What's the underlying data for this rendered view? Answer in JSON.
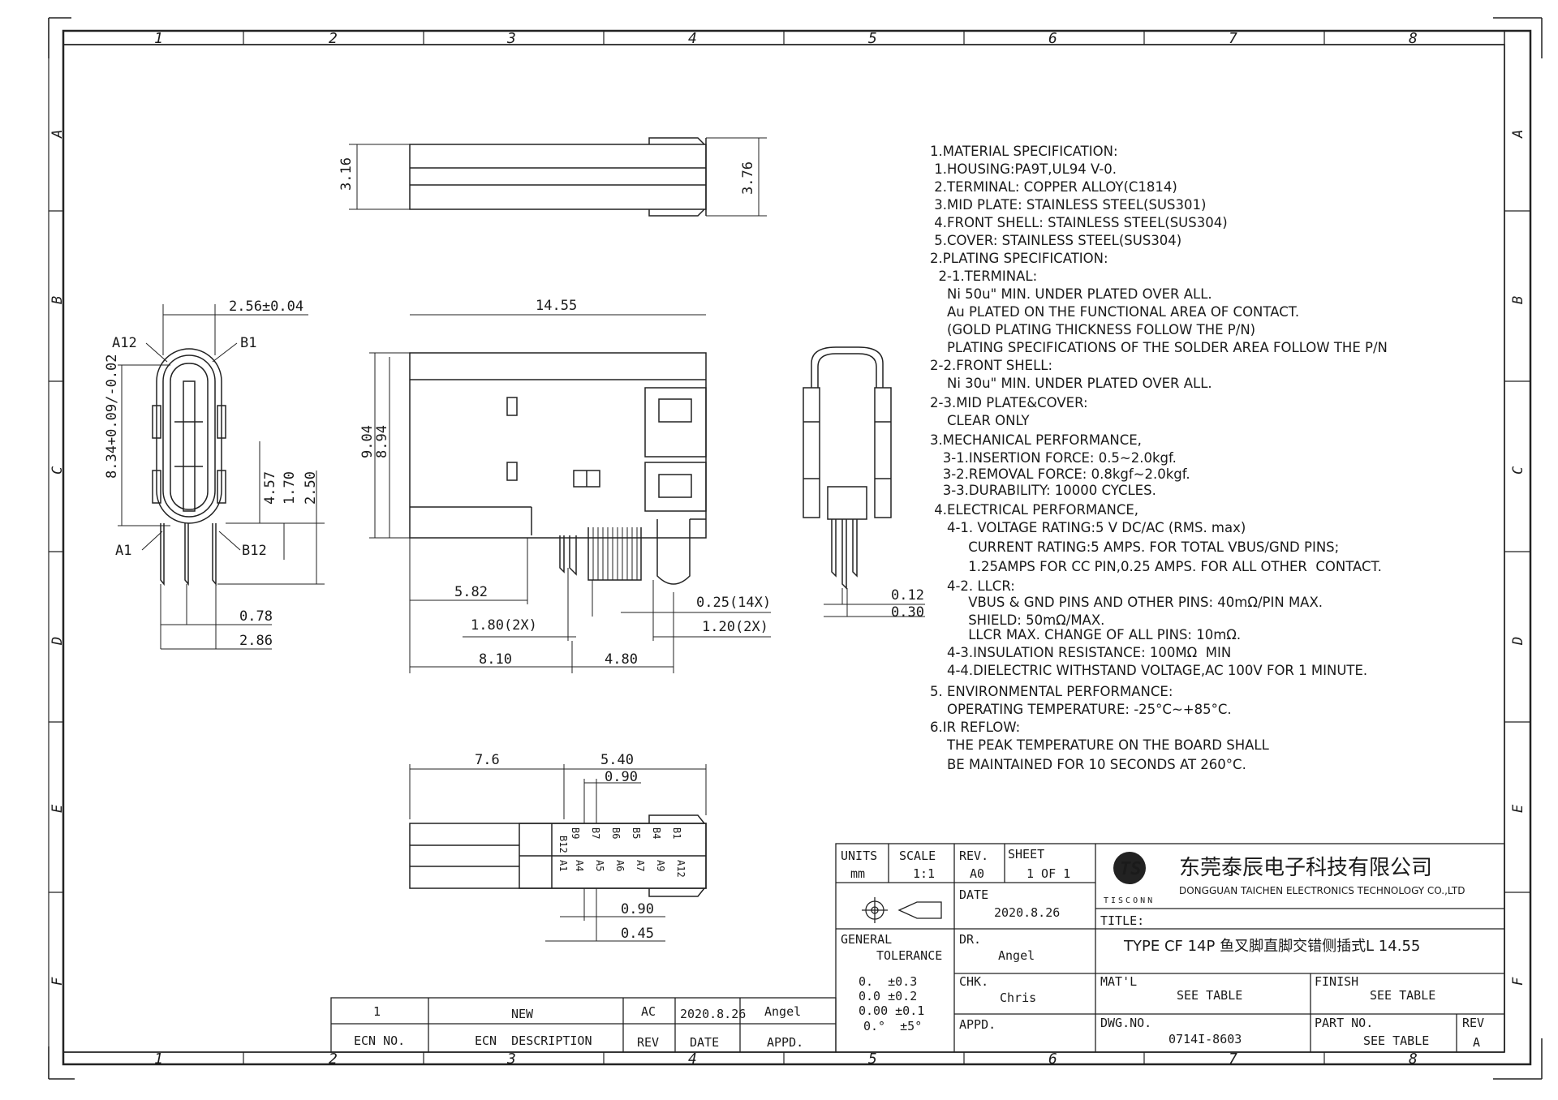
{
  "grid": {
    "columns": [
      "1",
      "2",
      "3",
      "4",
      "5",
      "6",
      "7",
      "8"
    ],
    "rows": [
      "A",
      "B",
      "C",
      "D",
      "E",
      "F"
    ]
  },
  "dims": {
    "top_left": "3.16",
    "top_right": "3.76",
    "width": "2.56±0.04",
    "pin_a12": "A12",
    "pin_b1": "B1",
    "pin_a1": "A1",
    "pin_b12": "B12",
    "height_tol": "8.34+0.09/-0.02",
    "h457": "4.57",
    "h170": "1.70",
    "h250": "2.50",
    "d078": "0.78",
    "d286": "2.86",
    "len1455": "14.55",
    "h904": "9.04",
    "h894": "8.94",
    "d582": "5.82",
    "d180": "1.80(2X)",
    "d025": "0.25(14X)",
    "d120": "1.20(2X)",
    "d810": "8.10",
    "d480": "4.80",
    "d012": "0.12",
    "d030": "0.30",
    "d76": "7.6",
    "d540": "5.40",
    "d090a": "0.90",
    "d090b": "0.90",
    "d045": "0.45"
  },
  "pin_labels_top": [
    "B1",
    "B4",
    "B5",
    "B6",
    "B7",
    "B9",
    "B12"
  ],
  "pin_labels_bottom": [
    "A1",
    "A4",
    "A5",
    "A6",
    "A7",
    "A9",
    "A12"
  ],
  "notes": [
    "1.MATERIAL SPECIFICATION:",
    " 1.HOUSING:PA9T,UL94 V-0.",
    " 2.TERMINAL: COPPER ALLOY(C1814)",
    " 3.MID PLATE: STAINLESS STEEL(SUS301)",
    " 4.FRONT SHELL: STAINLESS STEEL(SUS304)",
    " 5.COVER: STAINLESS STEEL(SUS304)",
    "2.PLATING SPECIFICATION:",
    "  2-1.TERMINAL:",
    "    Ni 50u\" MIN. UNDER PLATED OVER ALL.",
    "    Au PLATED ON THE FUNCTIONAL AREA OF CONTACT.",
    "    (GOLD PLATING THICKNESS FOLLOW THE P/N)",
    "    PLATING SPECIFICATIONS OF THE SOLDER AREA FOLLOW THE P/N",
    "2-2.FRONT SHELL:",
    "    Ni 30u\" MIN. UNDER PLATED OVER ALL.",
    "2-3.MID PLATE&COVER:",
    "    CLEAR ONLY",
    "3.MECHANICAL PERFORMANCE,",
    "   3-1.INSERTION FORCE: 0.5~2.0kgf.",
    "   3-2.REMOVAL FORCE: 0.8kgf~2.0kgf.",
    "   3-3.DURABILITY: 10000 CYCLES.",
    " 4.ELECTRICAL PERFORMANCE,",
    "    4-1. VOLTAGE RATING:5 V DC/AC (RMS. max)",
    "         CURRENT RATING:5 AMPS. FOR TOTAL VBUS/GND PINS;",
    "         1.25AMPS FOR CC PIN,0.25 AMPS. FOR ALL OTHER  CONTACT.",
    "    4-2. LLCR:",
    "         VBUS & GND PINS AND OTHER PINS: 40mΩ/PIN MAX.",
    "         SHIELD: 50mΩ/MAX.",
    "         LLCR MAX. CHANGE OF ALL PINS: 10mΩ.",
    "    4-3.INSULATION RESISTANCE: 100MΩ  MIN",
    "    4-4.DIELECTRIC WITHSTAND VOLTAGE,AC 100V FOR 1 MINUTE.",
    "5. ENVIRONMENTAL PERFORMANCE:",
    "    OPERATING TEMPERATURE: -25°C~+85°C.",
    "6.IR REFLOW:",
    "    THE PEAK TEMPERATURE ON THE BOARD SHALL",
    "    BE MAINTAINED FOR 10 SECONDS AT 260°C."
  ],
  "title_block": {
    "units_label": "UNITS",
    "units_value": "mm",
    "scale_label": "SCALE",
    "scale_value": "1:1",
    "rev_label": "REV.",
    "rev_value": "A0",
    "sheet_label": "SHEET",
    "sheet_value": "1 OF 1",
    "company_cn": "东莞泰辰电子科技有限公司",
    "company_en": "DONGGUAN TAICHEN ELECTRONICS TECHNOLOGY CO.,LTD",
    "logo_text": "TISCONN",
    "date_label": "DATE",
    "date_value": "2020.8.26",
    "title_label": "TITLE:",
    "title_value": "TYPE CF 14P 鱼叉脚直脚交错侧插式L 14.55",
    "general_tol_label1": "GENERAL",
    "general_tol_label2": "TOLERANCE",
    "dr_label": "DR.",
    "dr_value": "Angel",
    "tol1": "0.  ±0.3",
    "tol2": "0.0 ±0.2",
    "tol3": "0.00 ±0.1",
    "tol4": "0.°  ±5°",
    "chk_label": "CHK.",
    "chk_value": "Chris",
    "matl_label": "MAT'L",
    "matl_value": "SEE TABLE",
    "finish_label": "FINISH",
    "finish_value": "SEE TABLE",
    "appd_label": "APPD.",
    "dwg_label": "DWG.NO.",
    "dwg_value": "0714I-8603",
    "part_label": "PART NO.",
    "part_value": "SEE TABLE",
    "rev2_label": "REV",
    "rev2_value": "A"
  },
  "ecn": {
    "no": "1",
    "desc": "NEW",
    "rev": "AC",
    "date": "2020.8.26",
    "appd": "Angel",
    "h_no": "ECN NO.",
    "h_desc": "ECN  DESCRIPTION",
    "h_rev": "REV",
    "h_date": "DATE",
    "h_appd": "APPD."
  }
}
